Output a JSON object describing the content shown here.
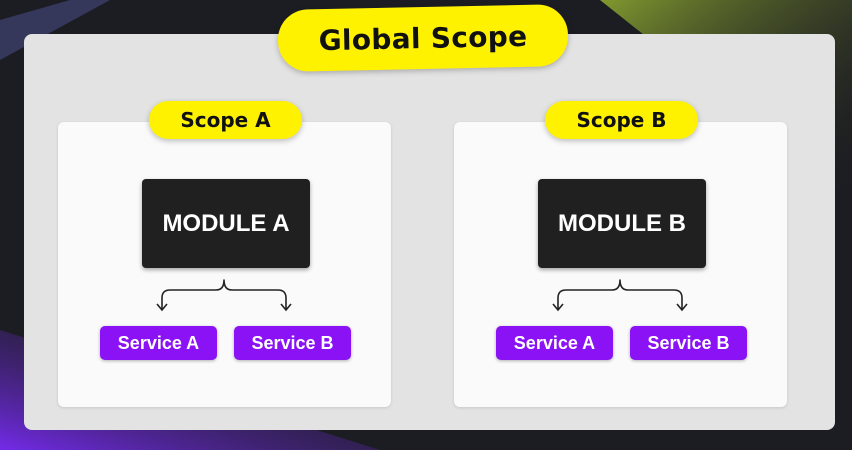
{
  "title": "Global Scope",
  "scopes": [
    {
      "label": "Scope A",
      "module": "MODULE A",
      "services": [
        "Service A",
        "Service B"
      ]
    },
    {
      "label": "Scope B",
      "module": "MODULE B",
      "services": [
        "Service A",
        "Service B"
      ]
    }
  ],
  "colors": {
    "highlight": "#fff200",
    "service": "#8a12f5",
    "module": "#202020",
    "panel": "#e3e3e3",
    "card": "#fafafa",
    "background": "#1c1d22"
  }
}
